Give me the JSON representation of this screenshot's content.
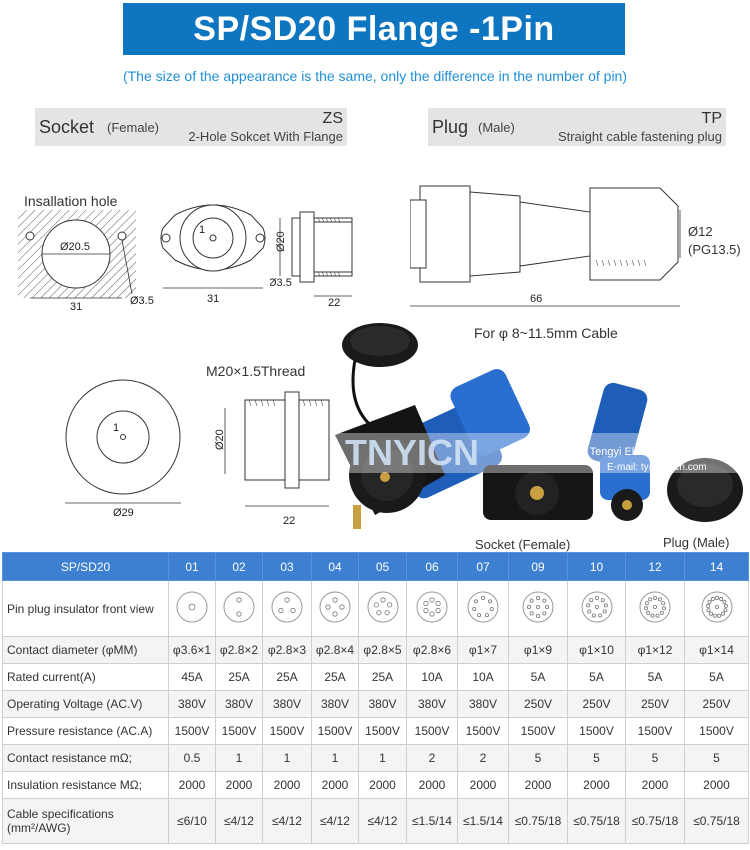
{
  "header": {
    "title": "SP/SD20 Flange -1Pin",
    "subtitle": "(The size of the appearance is the same, only the difference in the number of pin)"
  },
  "socket_label": {
    "main": "Socket",
    "sub": "(Female)",
    "code": "ZS",
    "desc": "2-Hole Sokcet With Flange"
  },
  "plug_label": {
    "main": "Plug",
    "sub": "(Male)",
    "code": "TP",
    "desc": "Straight cable fastening plug"
  },
  "drawings": {
    "install_hole": "Insallation  hole",
    "d_20_5": "Ø20.5",
    "d_31a": "31",
    "d_3_5a": "Ø3.5",
    "d_31b": "31",
    "pin_mark_1": "1",
    "d_20a": "Ø20",
    "d_3_5b": "Ø3.5",
    "d_22a": "22",
    "d_12": "Ø12",
    "pg": "(PG13.5)",
    "d_66": "66",
    "cable_note": "For φ 8~11.5mm Cable",
    "thread": "M20×1.5Thread",
    "pin_mark_2": "1",
    "d_29": "Ø29",
    "d_20b": "Ø20",
    "d_22b": "22"
  },
  "photo": {
    "brand": "TNYICN",
    "company": "Yueqing Tengyi Electric Co., Ltd.",
    "email": "E-mail:  ty@tnyicn.com",
    "socket_caption": "Socket (Female)",
    "plug_caption": "Plug (Male)"
  },
  "colors": {
    "brand_blue": "#0e75c0",
    "table_header": "#3d7fd1",
    "subtitle_blue": "#1f8fd6"
  },
  "table": {
    "header_label": "SP/SD20",
    "columns": [
      "01",
      "02",
      "03",
      "04",
      "05",
      "06",
      "07",
      "09",
      "10",
      "12",
      "14"
    ],
    "pin_row_label": "Pin plug insulator front view",
    "rows": [
      {
        "label": "Contact diameter  (φMM)",
        "values": [
          "φ3.6×1",
          "φ2.8×2",
          "φ2.8×3",
          "φ2.8×4",
          "φ2.8×5",
          "φ2.8×6",
          "φ1×7",
          "φ1×9",
          "φ1×10",
          "φ1×12",
          "φ1×14"
        ]
      },
      {
        "label": "Rated current(A)",
        "values": [
          "45A",
          "25A",
          "25A",
          "25A",
          "25A",
          "10A",
          "10A",
          "5A",
          "5A",
          "5A",
          "5A"
        ]
      },
      {
        "label": "Operating Voltage  (AC.V)",
        "values": [
          "380V",
          "380V",
          "380V",
          "380V",
          "380V",
          "380V",
          "380V",
          "250V",
          "250V",
          "250V",
          "250V"
        ]
      },
      {
        "label": "Pressure resistance  (AC.A)",
        "values": [
          "1500V",
          "1500V",
          "1500V",
          "1500V",
          "1500V",
          "1500V",
          "1500V",
          "1500V",
          "1500V",
          "1500V",
          "1500V"
        ]
      },
      {
        "label": "Contact resistance mΩ;",
        "values": [
          "0.5",
          "1",
          "1",
          "1",
          "1",
          "2",
          "2",
          "5",
          "5",
          "5",
          "5"
        ]
      },
      {
        "label": "Insulation resistance MΩ;",
        "values": [
          "2000",
          "2000",
          "2000",
          "2000",
          "2000",
          "2000",
          "2000",
          "2000",
          "2000",
          "2000",
          "2000"
        ]
      },
      {
        "label": "Cable specifications  (mm²/AWG)",
        "values": [
          "≤6/10",
          "≤4/12",
          "≤4/12",
          "≤4/12",
          "≤4/12",
          "≤1.5/14",
          "≤1.5/14",
          "≤0.75/18",
          "≤0.75/18",
          "≤0.75/18",
          "≤0.75/18"
        ]
      }
    ]
  }
}
